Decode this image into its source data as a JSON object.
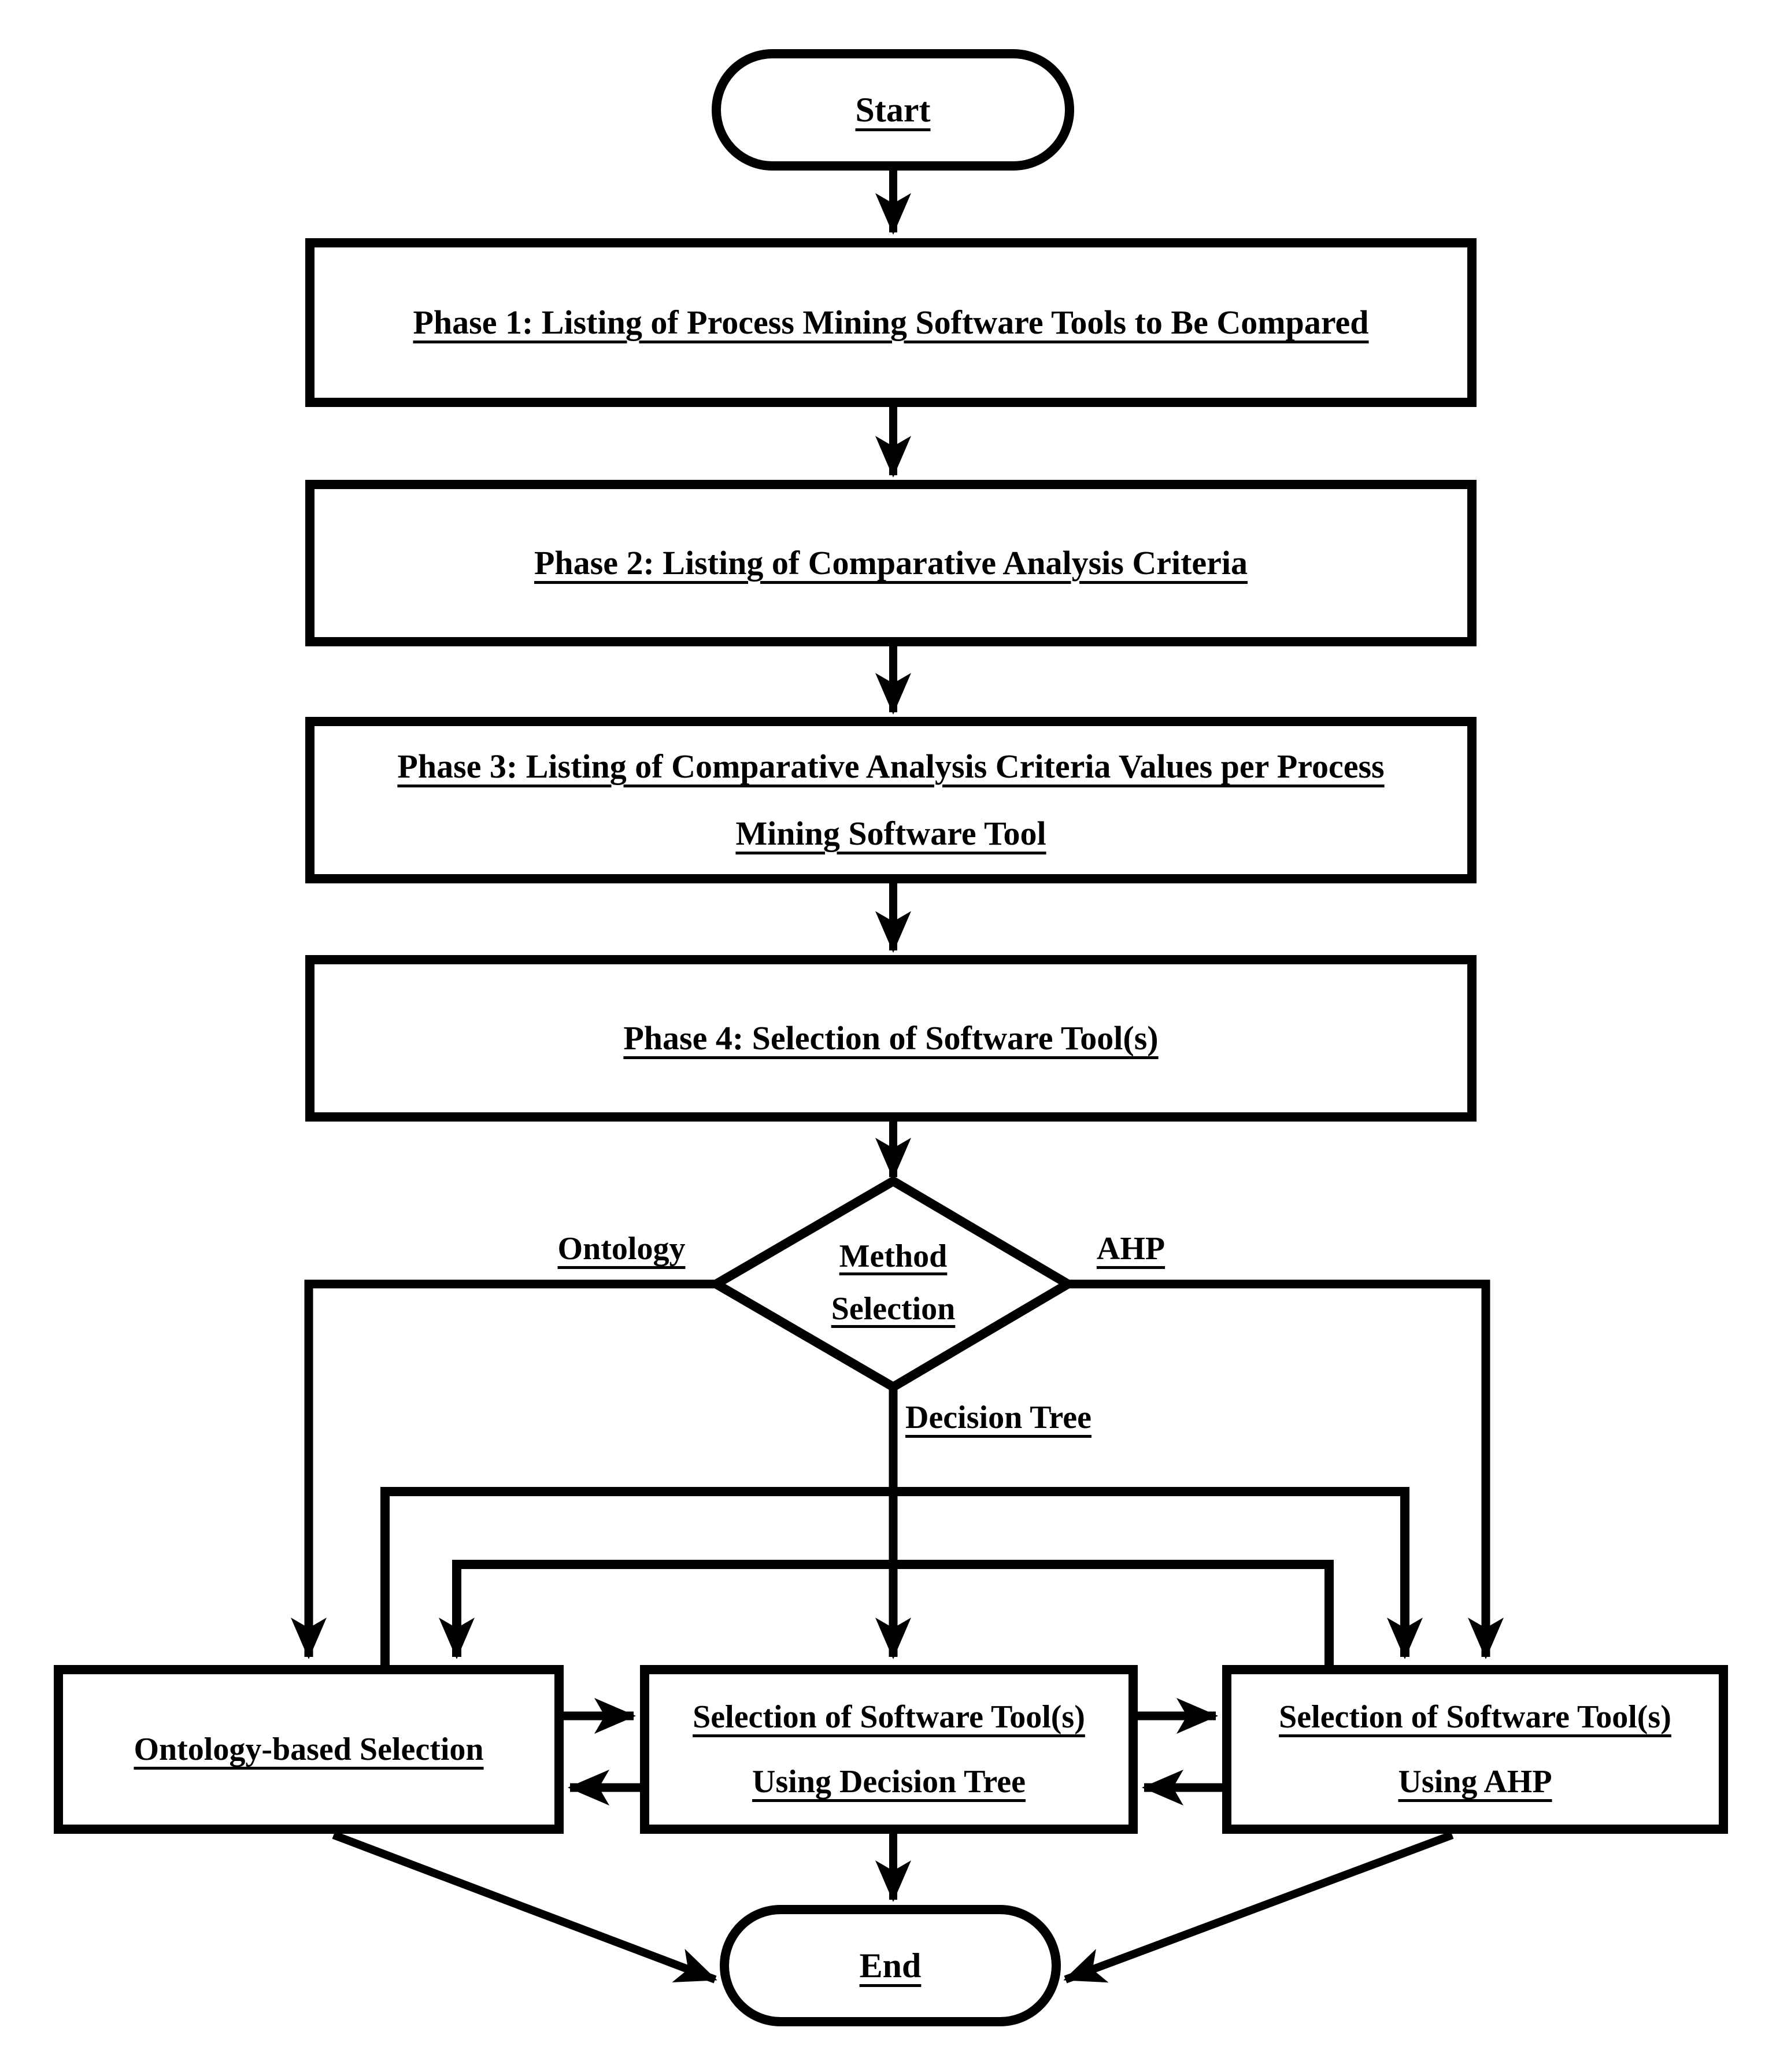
{
  "diagram": {
    "title": "Process mining software tool selection flowchart",
    "background_color": "#ffffff",
    "stroke_color": "#000000",
    "nodes": {
      "start": {
        "label": "Start",
        "type": "terminator"
      },
      "phase1": {
        "label": "Phase 1: Listing of Process Mining Software Tools to Be Compared",
        "type": "process"
      },
      "phase2": {
        "label": "Phase 2: Listing of Comparative Analysis Criteria",
        "type": "process"
      },
      "phase3": {
        "label": "Phase 3: Listing of Comparative Analysis Criteria Values per Process Mining Software Tool",
        "type": "process"
      },
      "phase4": {
        "label": "Phase 4: Selection of Software Tool(s)",
        "type": "process"
      },
      "method_selection": {
        "label_line1": "Method",
        "label_line2": "Selection",
        "type": "decision"
      },
      "ontology_selection": {
        "label": "Ontology-based Selection",
        "type": "process"
      },
      "decision_tree_selection": {
        "label": "Selection of Software Tool(s) Using Decision Tree",
        "type": "process"
      },
      "ahp_selection": {
        "label": "Selection of Software Tool(s) Using AHP",
        "type": "process"
      },
      "end": {
        "label": "End",
        "type": "terminator"
      }
    },
    "edge_labels": {
      "ontology": "Ontology",
      "ahp": "AHP",
      "decision_tree": "Decision Tree"
    }
  }
}
